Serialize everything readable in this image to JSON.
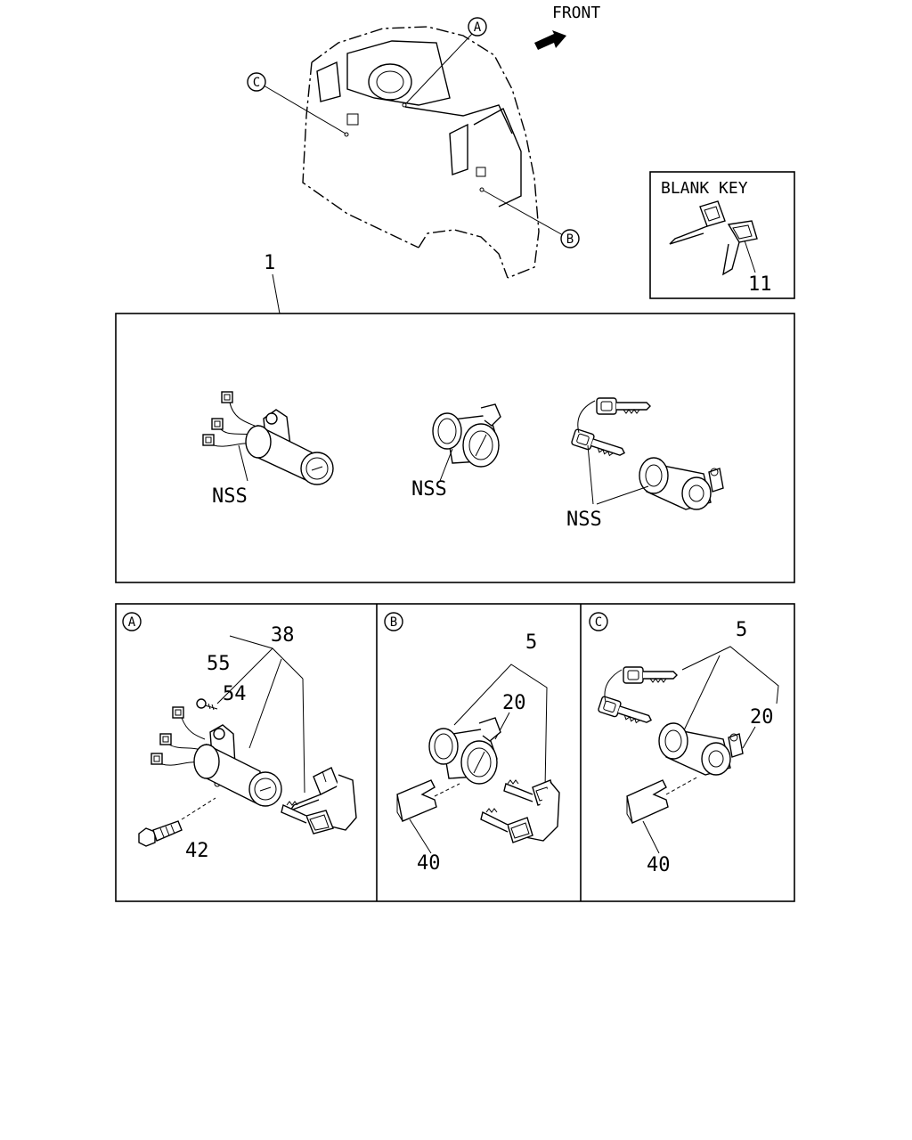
{
  "front_label": "FRONT",
  "blank_key": {
    "title": "BLANK KEY",
    "part_no": "11"
  },
  "callouts": {
    "a": "A",
    "b": "B",
    "c": "C"
  },
  "main_part_no": "1",
  "assembly_box": {
    "nss_1": "NSS",
    "nss_2": "NSS",
    "nss_3": "NSS"
  },
  "detail_a": {
    "tag": "A",
    "p38": "38",
    "p55": "55",
    "p54": "54",
    "p42": "42"
  },
  "detail_b": {
    "tag": "B",
    "p5": "5",
    "p20": "20",
    "p40": "40"
  },
  "detail_c": {
    "tag": "C",
    "p5": "5",
    "p20": "20",
    "p40": "40"
  }
}
